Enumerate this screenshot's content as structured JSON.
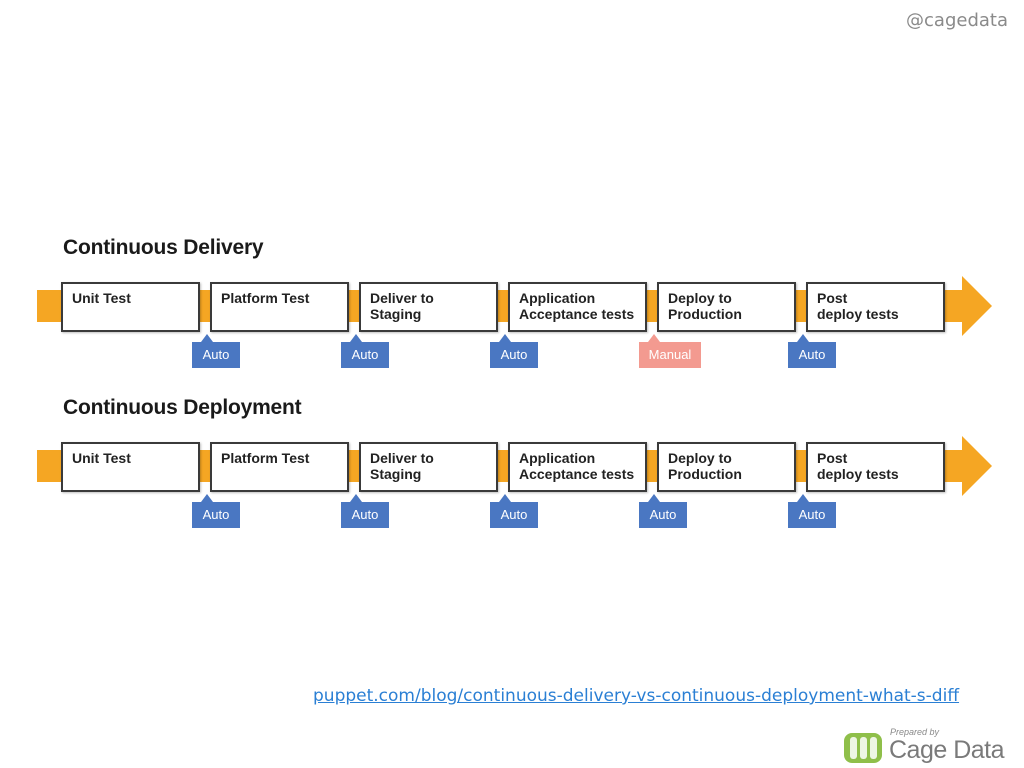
{
  "handle": "@cagedata",
  "diagrams": [
    {
      "title": "Continuous Delivery",
      "stages": [
        "Unit Test",
        "Platform Test",
        "Deliver to\nStaging",
        "Application\nAcceptance tests",
        "Deploy to\nProduction",
        "Post\ndeploy tests"
      ],
      "gates": [
        {
          "label": "Auto",
          "kind": "auto"
        },
        {
          "label": "Auto",
          "kind": "auto"
        },
        {
          "label": "Auto",
          "kind": "auto"
        },
        {
          "label": "Manual",
          "kind": "manual"
        },
        {
          "label": "Auto",
          "kind": "auto"
        }
      ]
    },
    {
      "title": "Continuous Deployment",
      "stages": [
        "Unit Test",
        "Platform Test",
        "Deliver to\nStaging",
        "Application\nAcceptance tests",
        "Deploy to\nProduction",
        "Post\ndeploy tests"
      ],
      "gates": [
        {
          "label": "Auto",
          "kind": "auto"
        },
        {
          "label": "Auto",
          "kind": "auto"
        },
        {
          "label": "Auto",
          "kind": "auto"
        },
        {
          "label": "Auto",
          "kind": "auto"
        },
        {
          "label": "Auto",
          "kind": "auto"
        }
      ]
    }
  ],
  "source_link": "puppet.com/blog/continuous-delivery-vs-continuous-deployment-what-s-diff",
  "brand": {
    "prepared_by": "Prepared by",
    "name": "Cage Data"
  },
  "colors": {
    "pipeline_arrow": "#f5a623",
    "auto_gate": "#4a77c2",
    "manual_gate": "#f39a90",
    "link": "#2a7fd4"
  }
}
